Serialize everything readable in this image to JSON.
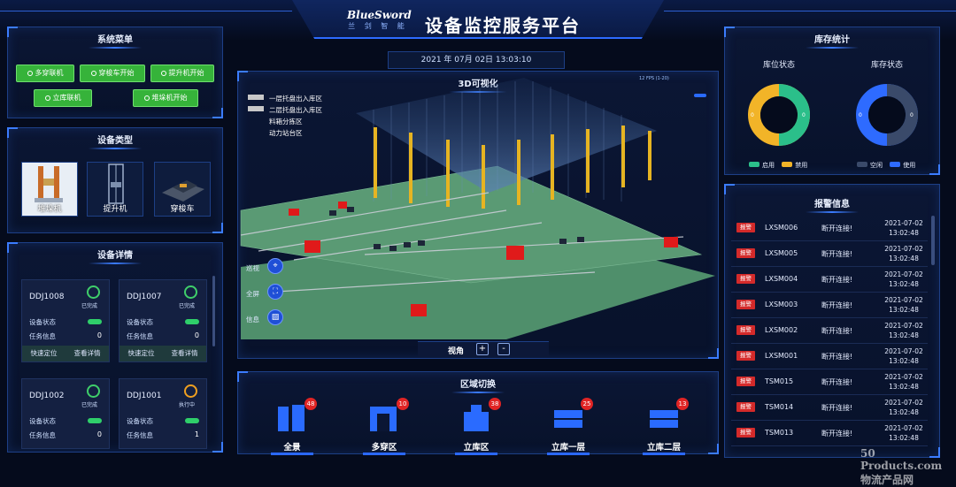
{
  "header": {
    "logo_main": "BlueSword",
    "logo_sub": "兰 剑 智 能",
    "title": "设备监控服务平台"
  },
  "datetime": "2021 年 07月 02日 13:03:10",
  "system_menu": {
    "title": "系统菜单",
    "buttons": [
      "多穿联机",
      "穿梭车开始",
      "提升机开始",
      "立库联机",
      "堆垛机开始"
    ]
  },
  "device_type": {
    "title": "设备类型",
    "items": [
      "堆垛机",
      "提升机",
      "穿梭车"
    ]
  },
  "device_detail": {
    "title": "设备详情",
    "row1_label": "设备状态",
    "row2_label": "任务信息",
    "action_locate": "快速定位",
    "action_view": "查看详情",
    "cards": [
      {
        "name": "DDJ1008",
        "status": "已完成",
        "task": "0",
        "state": "done"
      },
      {
        "name": "DDJ1007",
        "status": "已完成",
        "task": "0",
        "state": "done"
      },
      {
        "name": "DDJ1002",
        "status": "已完成",
        "task": "0",
        "state": "done"
      },
      {
        "name": "DDJ1001",
        "status": "执行中",
        "task": "1",
        "state": "running"
      }
    ]
  },
  "visualization": {
    "title": "3D可视化",
    "fps": "12 FPS (1-20)",
    "legend": [
      "一层托盘出入库区",
      "二层托盘出入库区",
      "料箱分拣区",
      "动力站台区"
    ],
    "side_controls": [
      "巡视",
      "全屏",
      "信息"
    ],
    "view_label": "视角",
    "zoom_in": "+",
    "zoom_out": "-"
  },
  "zone_switch": {
    "title": "区域切换",
    "zones": [
      {
        "label": "全景",
        "count": "48"
      },
      {
        "label": "多穿区",
        "count": "10"
      },
      {
        "label": "立库区",
        "count": "38"
      },
      {
        "label": "立库一层",
        "count": "25"
      },
      {
        "label": "立库二层",
        "count": "13"
      }
    ]
  },
  "inventory": {
    "title": "库存统计",
    "left": {
      "label": "库位状态",
      "value": "0",
      "legend": [
        "启用",
        "禁用"
      ],
      "fractions": [
        0.5,
        0.5
      ]
    },
    "right": {
      "label": "库存状态",
      "value": "0",
      "legend": [
        "空闲",
        "使用"
      ],
      "fractions": [
        0.5,
        0.5
      ]
    },
    "colors": {
      "enabled": "#2bbf8a",
      "disabled": "#f2b428",
      "free": "#3a4a6a",
      "used": "#2e6bff"
    }
  },
  "alarms": {
    "title": "报警信息",
    "tag": "报警",
    "rows": [
      {
        "device": "LXSM006",
        "message": "断开连接!",
        "date": "2021-07-02",
        "time": "13:02:48"
      },
      {
        "device": "LXSM005",
        "message": "断开连接!",
        "date": "2021-07-02",
        "time": "13:02:48"
      },
      {
        "device": "LXSM004",
        "message": "断开连接!",
        "date": "2021-07-02",
        "time": "13:02:48"
      },
      {
        "device": "LXSM003",
        "message": "断开连接!",
        "date": "2021-07-02",
        "time": "13:02:48"
      },
      {
        "device": "LXSM002",
        "message": "断开连接!",
        "date": "2021-07-02",
        "time": "13:02:48"
      },
      {
        "device": "LXSM001",
        "message": "断开连接!",
        "date": "2021-07-02",
        "time": "13:02:48"
      },
      {
        "device": "TSM015",
        "message": "断开连接!",
        "date": "2021-07-02",
        "time": "13:02:48"
      },
      {
        "device": "TSM014",
        "message": "断开连接!",
        "date": "2021-07-02",
        "time": "13:02:48"
      },
      {
        "device": "TSM013",
        "message": "断开连接!",
        "date": "2021-07-02",
        "time": "13:02:48"
      }
    ]
  },
  "watermark": "50 Products.com 物流产品网"
}
